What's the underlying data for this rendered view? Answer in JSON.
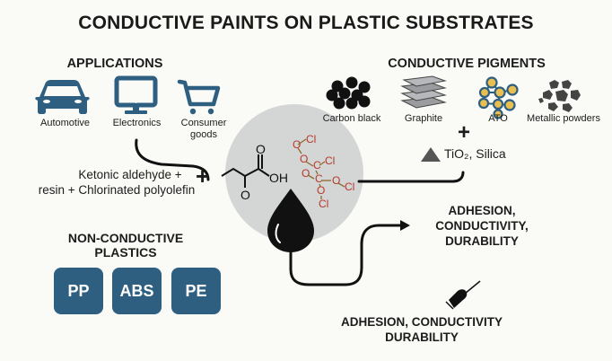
{
  "title": "CONDUCTIVE PAINTS ON PLASTIC SUBSTRATES",
  "applications": {
    "heading": "APPLICATIONS",
    "items": [
      {
        "label": "Automotive",
        "icon": "car-icon"
      },
      {
        "label": "Electronics",
        "icon": "monitor-icon"
      },
      {
        "label": "Consumer goods",
        "icon": "shopping-cart-icon"
      }
    ]
  },
  "pigments": {
    "heading": "CONDUCTIVE PIGMENTS",
    "items": [
      {
        "label": "Carbon black",
        "icon": "carbon-black-icon"
      },
      {
        "label": "Graphite",
        "icon": "graphite-icon"
      },
      {
        "label": "ATO",
        "icon": "ato-icon"
      },
      {
        "label": "Metallic powders",
        "icon": "metallic-powders-icon"
      }
    ],
    "plus": "+",
    "additive": "TiO₂, Silica"
  },
  "binder": {
    "line1": "Ketonic aldehyde +",
    "line2": "resin + Chlorinated polyolefin",
    "plus": "+"
  },
  "molecule": {
    "oh_label": "OH",
    "o_label": "O",
    "chlorinated_atoms": [
      "O",
      "Cl",
      "O",
      "C",
      "Cl",
      "O",
      "C",
      "O",
      "Cl",
      "O",
      "Cl"
    ]
  },
  "plastics": {
    "heading_line1": "NON-CONDUCTIVE",
    "heading_line2": "PLASTICS",
    "items": [
      "PP",
      "ABS",
      "PE"
    ]
  },
  "properties": {
    "line1": "ADHESION,",
    "line2": "CONDUCTIVITY,",
    "line3": "DURABILITY"
  },
  "bottom_caption": {
    "line1": "ADHESION, CONDUCTIVITY",
    "line2": "DURABILITY"
  },
  "colors": {
    "icon_blue": "#2e5f80",
    "chlorine_red": "#b8372c",
    "ato_yellow": "#e9bf52",
    "circle_gray": "#d4d5d5"
  }
}
